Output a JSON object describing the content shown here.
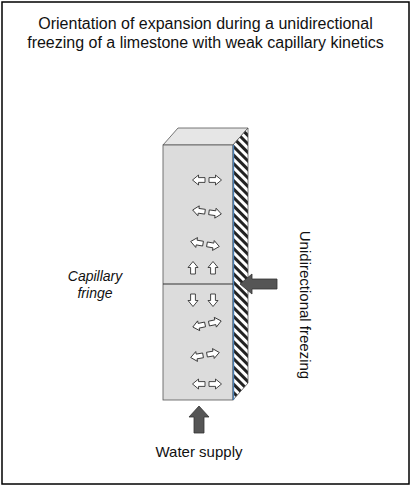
{
  "diagram": {
    "title": "Orientation of expansion during a unidirectional freezing of a limestone with weak capillary kinetics",
    "labels": [
      "Capillary fringe",
      "Unidirectional freezing",
      "Water supply"
    ]
  }
}
